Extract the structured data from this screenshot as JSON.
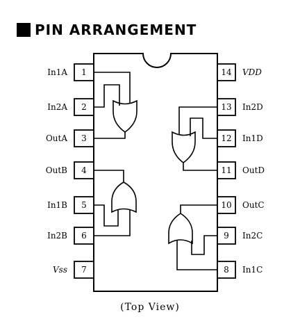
{
  "title": "PIN ARRANGEMENT",
  "caption": "(Top View)",
  "pins": [
    {
      "num": "1",
      "label": "In1A"
    },
    {
      "num": "2",
      "label": "In2A"
    },
    {
      "num": "3",
      "label": "OutA"
    },
    {
      "num": "4",
      "label": "OutB"
    },
    {
      "num": "5",
      "label": "In1B"
    },
    {
      "num": "6",
      "label": "In2B"
    },
    {
      "num": "7",
      "label": "Vss"
    },
    {
      "num": "8",
      "label": "In1C"
    },
    {
      "num": "9",
      "label": "In2C"
    },
    {
      "num": "10",
      "label": "OutC"
    },
    {
      "num": "11",
      "label": "OutD"
    },
    {
      "num": "12",
      "label": "In1D"
    },
    {
      "num": "13",
      "label": "In2D"
    },
    {
      "num": "14",
      "label": "VDD"
    }
  ]
}
